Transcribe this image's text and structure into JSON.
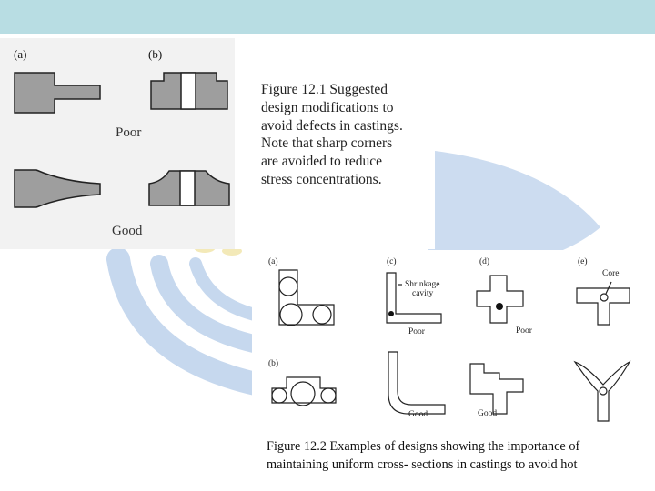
{
  "slide": {
    "header_color": "#b8dde3",
    "watermark_color": "#c6d8ee"
  },
  "figure1": {
    "label_a": "(a)",
    "label_b": "(b)",
    "poor_label": "Poor",
    "good_label": "Good",
    "caption_lines": [
      "Figure 12.1  Suggested",
      "design modifications to",
      "avoid defects in castings.",
      "Note that sharp corners",
      "are avoided to reduce",
      "stress concentrations."
    ],
    "casting_fill": "#9e9e9e"
  },
  "figure2": {
    "label_a": "(a)",
    "label_b": "(b)",
    "label_c": "(c)",
    "label_d": "(d)",
    "label_e": "(e)",
    "shrinkage_label_line1": "Shrinkage",
    "shrinkage_label_line2": "cavity",
    "core_label": "Core",
    "poor_c": "Poor",
    "poor_d": "Poor",
    "good_c": "Good",
    "good_d": "Good",
    "caption_lines": [
      "Figure 12.2  Examples of designs showing the importance of",
      "maintaining uniform cross- sections in castings to avoid hot"
    ]
  }
}
